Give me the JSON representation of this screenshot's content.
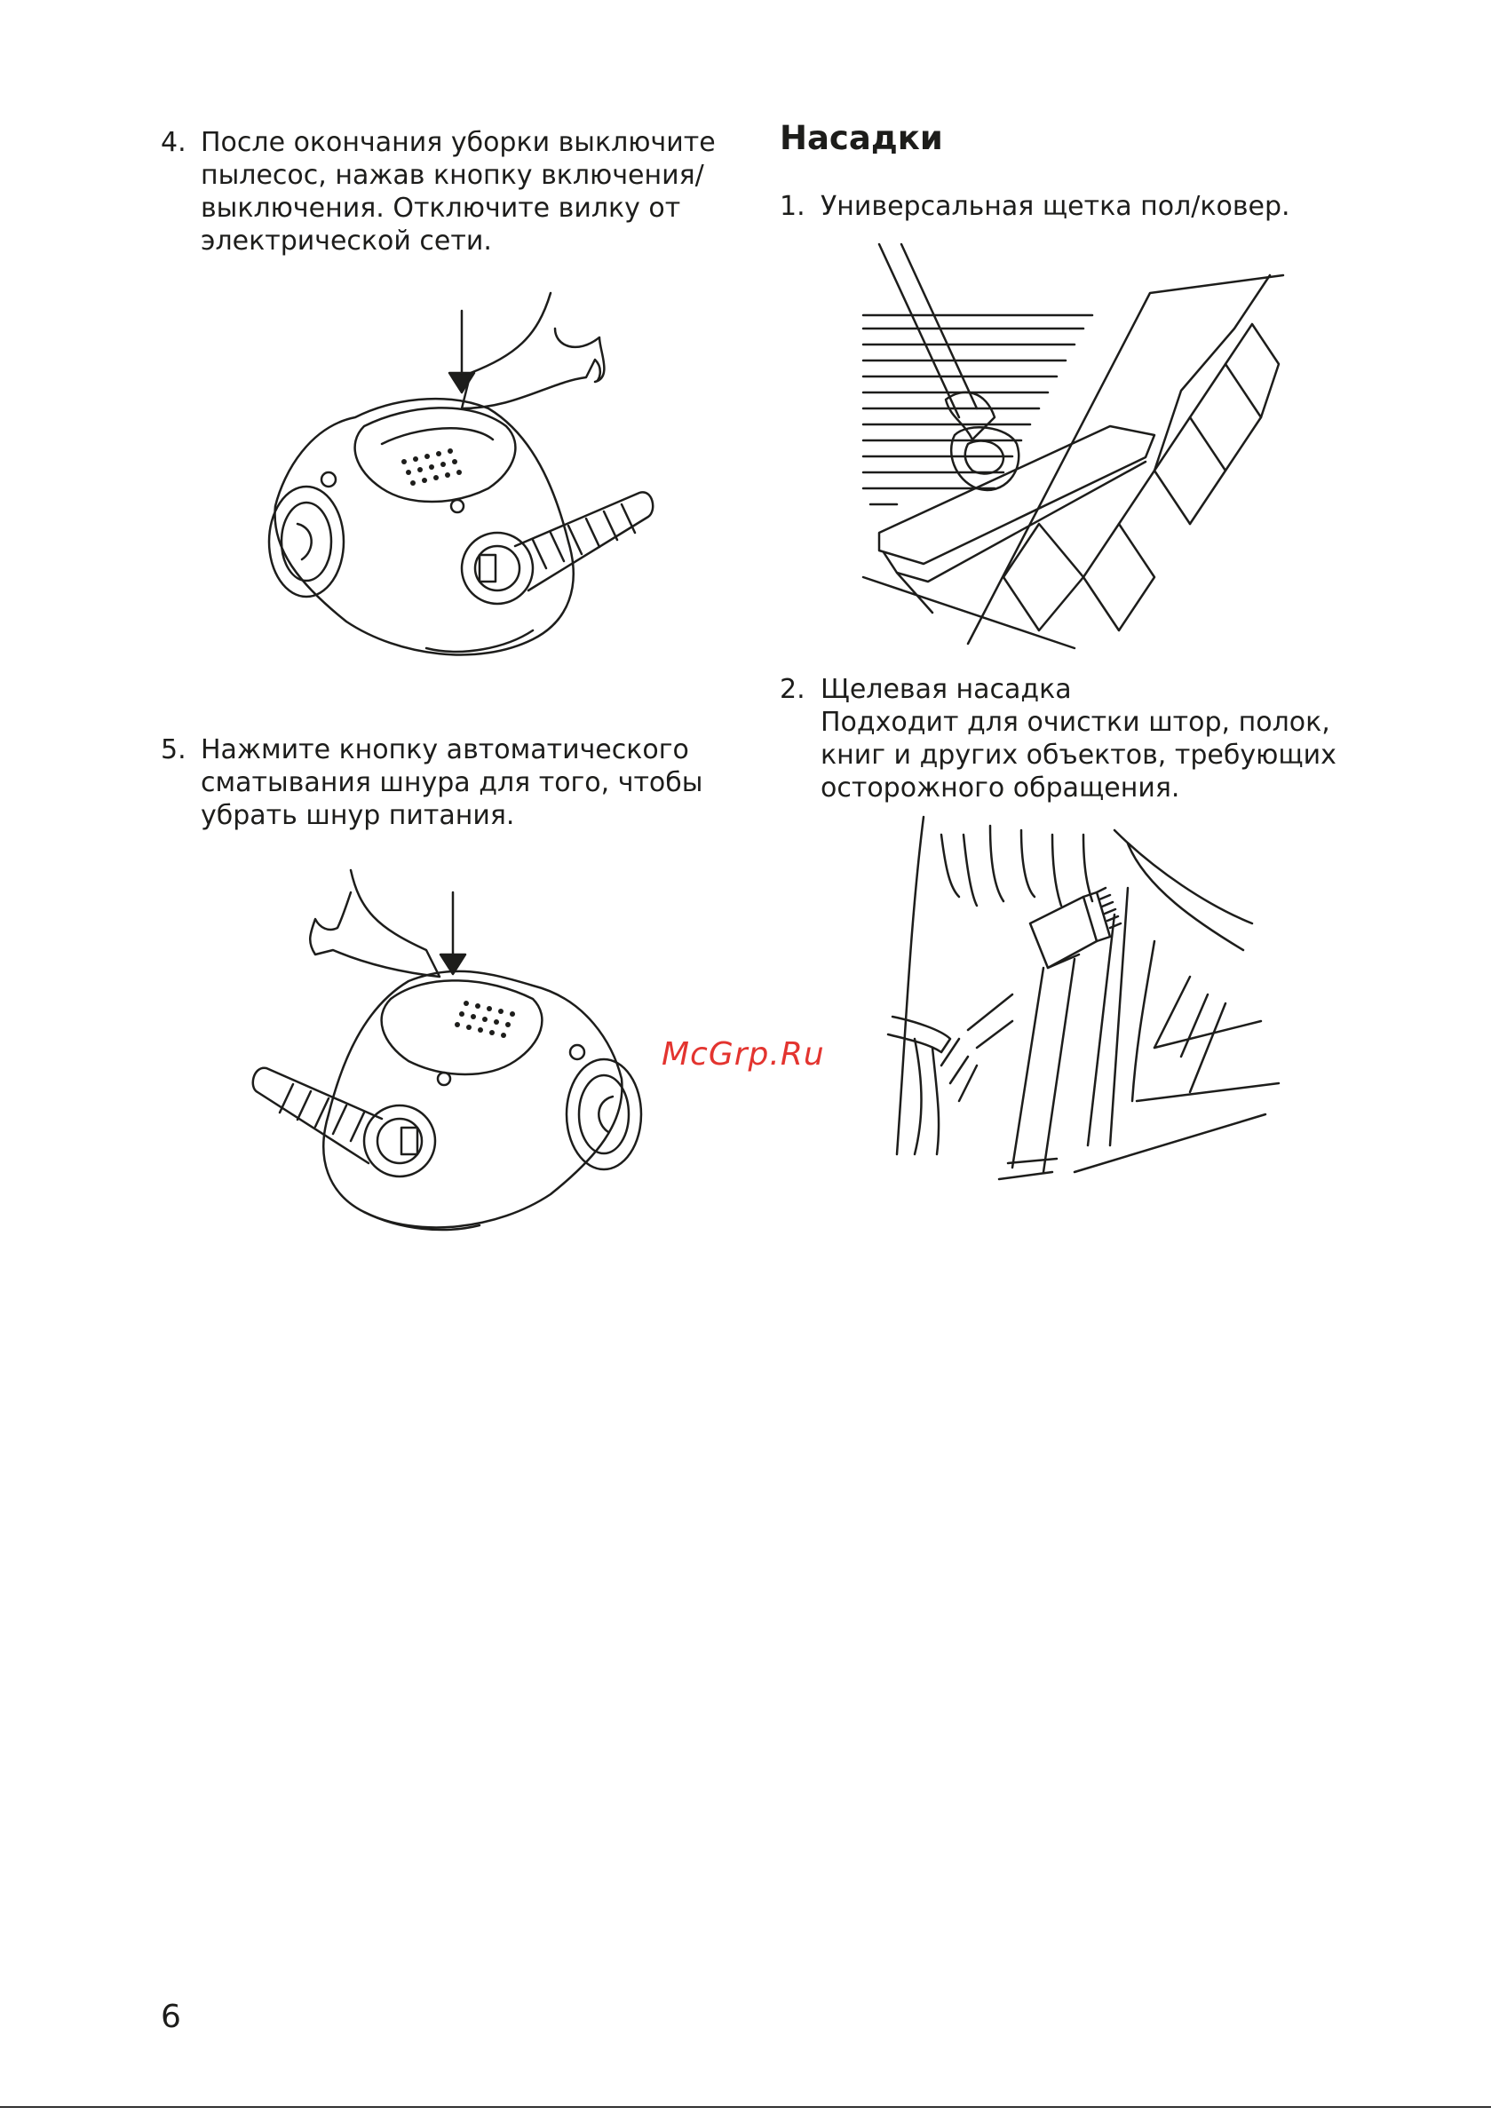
{
  "left_column": {
    "step4": {
      "number": "4.",
      "lines": [
        "После окончания уборки выключите",
        "пылесос, нажав кнопку включения/",
        "выключения. Отключите вилку от",
        "электрической сети."
      ]
    },
    "step5": {
      "number": "5.",
      "lines": [
        "Нажмите кнопку автоматического",
        "сматывания шнура для того, чтобы",
        "убрать шнур питания."
      ]
    }
  },
  "right_column": {
    "heading": "Насадки",
    "item1": {
      "number": "1.",
      "lines": [
        "Универсальная щетка пол/ковер."
      ]
    },
    "item2": {
      "number": "2.",
      "lines": [
        "Щелевая насадка",
        "Подходит для очистки штор, полок,",
        "книг и других объектов, требующих",
        "осторожного обращения."
      ]
    }
  },
  "watermark": "McGrp.Ru",
  "page_number": "6",
  "colors": {
    "text": "#1d1d1b",
    "watermark": "#e3342f",
    "line_art": "#1d1d1b"
  },
  "icons": [
    "vacuum-power-off-illustration",
    "vacuum-cord-rewind-illustration",
    "floor-carpet-brush-illustration",
    "crevice-nozzle-curtain-illustration"
  ]
}
